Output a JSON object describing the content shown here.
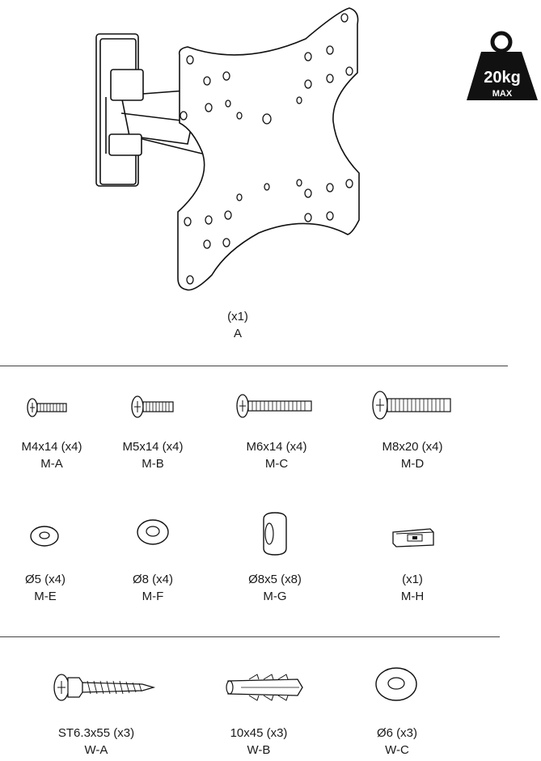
{
  "weight_badge": {
    "value": "20kg",
    "sub": "MAX",
    "icon": "weight-icon"
  },
  "bracket": {
    "qty": "(x1)",
    "code": "A",
    "icon": "tv-wall-bracket-icon"
  },
  "screws_row": [
    {
      "size": "M4x14 (x4)",
      "code": "M-A",
      "icon": "screw-m4-icon"
    },
    {
      "size": "M5x14 (x4)",
      "code": "M-B",
      "icon": "screw-m5-icon"
    },
    {
      "size": "M6x14 (x4)",
      "code": "M-C",
      "icon": "screw-m6-icon"
    },
    {
      "size": "M8x20 (x4)",
      "code": "M-D",
      "icon": "screw-m8-icon"
    }
  ],
  "washers_row": [
    {
      "size": "Ø5 (x4)",
      "code": "M-E",
      "icon": "washer-5-icon"
    },
    {
      "size": "Ø8 (x4)",
      "code": "M-F",
      "icon": "washer-8-icon"
    },
    {
      "size": "Ø8x5 (x8)",
      "code": "M-G",
      "icon": "spacer-icon"
    },
    {
      "size": "(x1)",
      "code": "M-H",
      "icon": "bubble-level-icon"
    }
  ],
  "wall_row": [
    {
      "size": "ST6.3x55 (x3)",
      "code": "W-A",
      "icon": "wood-screw-icon"
    },
    {
      "size": "10x45 (x3)",
      "code": "W-B",
      "icon": "wall-plug-icon"
    },
    {
      "size": "Ø6 (x3)",
      "code": "W-C",
      "icon": "washer-6-icon"
    }
  ]
}
